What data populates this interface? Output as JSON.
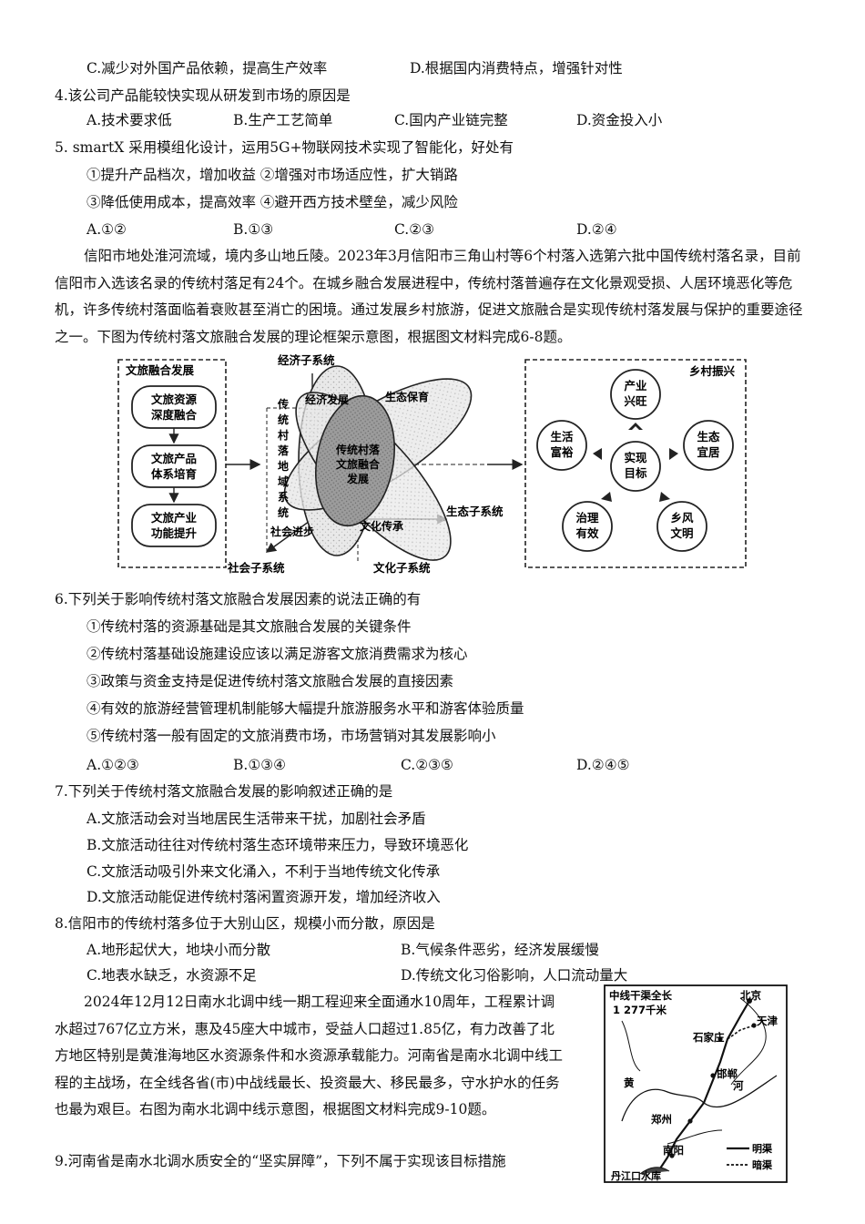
{
  "q3": {
    "opt_c": "C.减少对外国产品依赖，提高生产效率",
    "opt_d": "D.根据国内消费特点，增强针对性"
  },
  "q4": {
    "stem": "4.该公司产品能较快实现从研发到市场的原因是",
    "opts": [
      "A.技术要求低",
      "B.生产工艺简单",
      "C.国内产业链完整",
      "D.资金投入小"
    ]
  },
  "q5": {
    "stem": "5.  smartX 采用模组化设计，运用5G+物联网技术实现了智能化，好处有",
    "item1": "①提升产品档次，增加收益 ②增强对市场适应性，扩大销路",
    "item2": "③降低使用成本，提高效率 ④避开西方技术壁垒，减少风险",
    "opts": [
      "A.①②",
      "B.①③",
      "C.②③",
      "D.②④"
    ]
  },
  "passage1": "信阳市地处淮河流域，境内多山地丘陵。2023年3月信阳市三角山村等6个村落入选第六批中国传统村落名录，目前信阳市入选该名录的传统村落足有24个。在城乡融合发展进程中，传统村落普遍存在文化景观受损、人居环境恶化等危机，许多传统村落面临着衰败甚至消亡的困境。通过发展乡村旅游，促进文旅融合是实现传统村落发展与保护的重要途径之一。下图为传统村落文旅融合发展的理论框架示意图，根据图文材料完成6-8题。",
  "figure": {
    "left_title": "文旅融合发展",
    "left_boxes": [
      [
        "文旅资源",
        "深度融合"
      ],
      [
        "文旅产品",
        "体系培育"
      ],
      [
        "文旅产业",
        "功能提升"
      ]
    ],
    "econ_sub": "经济子系统",
    "eco_sub": "生态子系统",
    "social_sub": "社会子系统",
    "culture_sub": "文化子系统",
    "econ_dev": "经济发展",
    "eco_protect": "生态保育",
    "social_prog": "社会进步",
    "culture_inherit": "文化传承",
    "region_system": [
      "传",
      "统",
      "村",
      "落",
      "地",
      "域",
      "系",
      "统"
    ],
    "center": [
      "传统村落",
      "文旅融合",
      "发展"
    ],
    "right_title": "乡村振兴",
    "goal": [
      "实现",
      "目标"
    ],
    "circles": {
      "top": [
        "产业",
        "兴旺"
      ],
      "right": [
        "生态",
        "宜居"
      ],
      "bottom_right": [
        "乡风",
        "文明"
      ],
      "bottom_left": [
        "治理",
        "有效"
      ],
      "left": [
        "生活",
        "富裕"
      ]
    }
  },
  "q6": {
    "stem": "6.下列关于影响传统村落文旅融合发展因素的说法正确的有",
    "items": [
      "①传统村落的资源基础是其文旅融合发展的关键条件",
      "②传统村落基础设施建设应该以满足游客文旅消费需求为核心",
      "③政策与资金支持是促进传统村落文旅融合发展的直接因素",
      "④有效的旅游经营管理机制能够大幅提升旅游服务水平和游客体验质量",
      "⑤传统村落一般有固定的文旅消费市场，市场营销对其发展影响小"
    ],
    "opts": [
      "A.①②③",
      "B.①③④",
      "C.②③⑤",
      "D.②④⑤"
    ]
  },
  "q7": {
    "stem": "7.下列关于传统村落文旅融合发展的影响叙述正确的是",
    "opts": [
      "A.文旅活动会对当地居民生活带来干扰，加剧社会矛盾",
      "B.文旅活动往往对传统村落生态环境带来压力，导致环境恶化",
      "C.文旅活动吸引外来文化涌入，不利于当地传统文化传承",
      "D.文旅活动能促进传统村落闲置资源开发，增加经济收入"
    ]
  },
  "q8": {
    "stem": "8.信阳市的传统村落多位于大别山区，规模小而分散，原因是",
    "opts": [
      "A.地形起伏大，地块小而分散",
      "B.气候条件恶劣，经济发展缓慢",
      "C.地表水缺乏，水资源不足",
      "D.传统文化习俗影响，人口流动量大"
    ]
  },
  "passage2": "2024年12月12日南水北调中线一期工程迎来全面通水10周年，工程累计调水超过767亿立方米，惠及45座大中城市，受益人口超过1.85亿，有力改善了北方地区特别是黄淮海地区水资源条件和水资源承载能力。河南省是南水北调中线工程的主战场，在全线各省(市)中战线最长、投资最大、移民最多，守水护水的任务也最为艰巨。右图为南水北调中线示意图，根据图文材料完成9-10题。",
  "map": {
    "title": "中线干渠全长",
    "length": "1 277千米",
    "beijing": "北京",
    "tianjin": "天津",
    "shijiazhuang": "石家庄",
    "handan": "邯郸",
    "zhengzhou": "郑州",
    "nanyang": "南阳",
    "danjiangkou": "丹江口水库",
    "huang": "黄",
    "he": "河",
    "open": "明渠",
    "hidden": "暗渠"
  },
  "q9": {
    "stem": "9.河南省是南水北调水质安全的“坚实屏障”，下列不属于实现该目标措施"
  }
}
